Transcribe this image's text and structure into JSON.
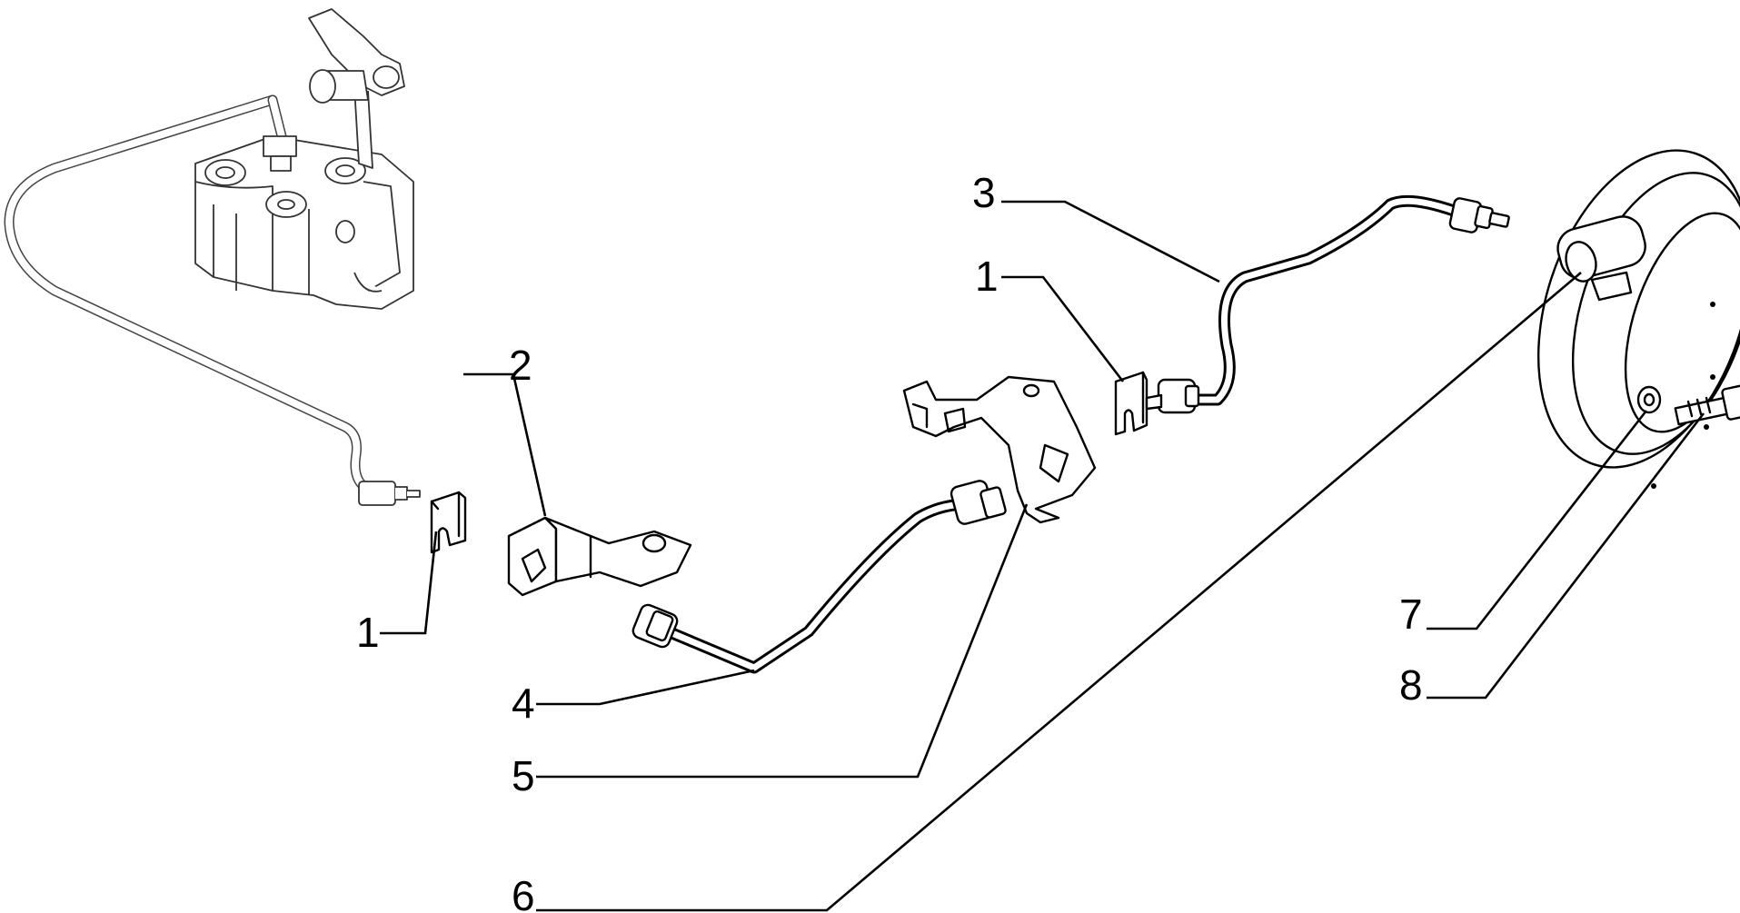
{
  "callouts": [
    {
      "id": "c1a",
      "text": "1"
    },
    {
      "id": "c1b",
      "text": "1"
    },
    {
      "id": "c2",
      "text": "2"
    },
    {
      "id": "c3",
      "text": "3"
    },
    {
      "id": "c4",
      "text": "4"
    },
    {
      "id": "c5",
      "text": "5"
    },
    {
      "id": "c6",
      "text": "6"
    },
    {
      "id": "c7",
      "text": "7"
    },
    {
      "id": "c8",
      "text": "8"
    }
  ]
}
